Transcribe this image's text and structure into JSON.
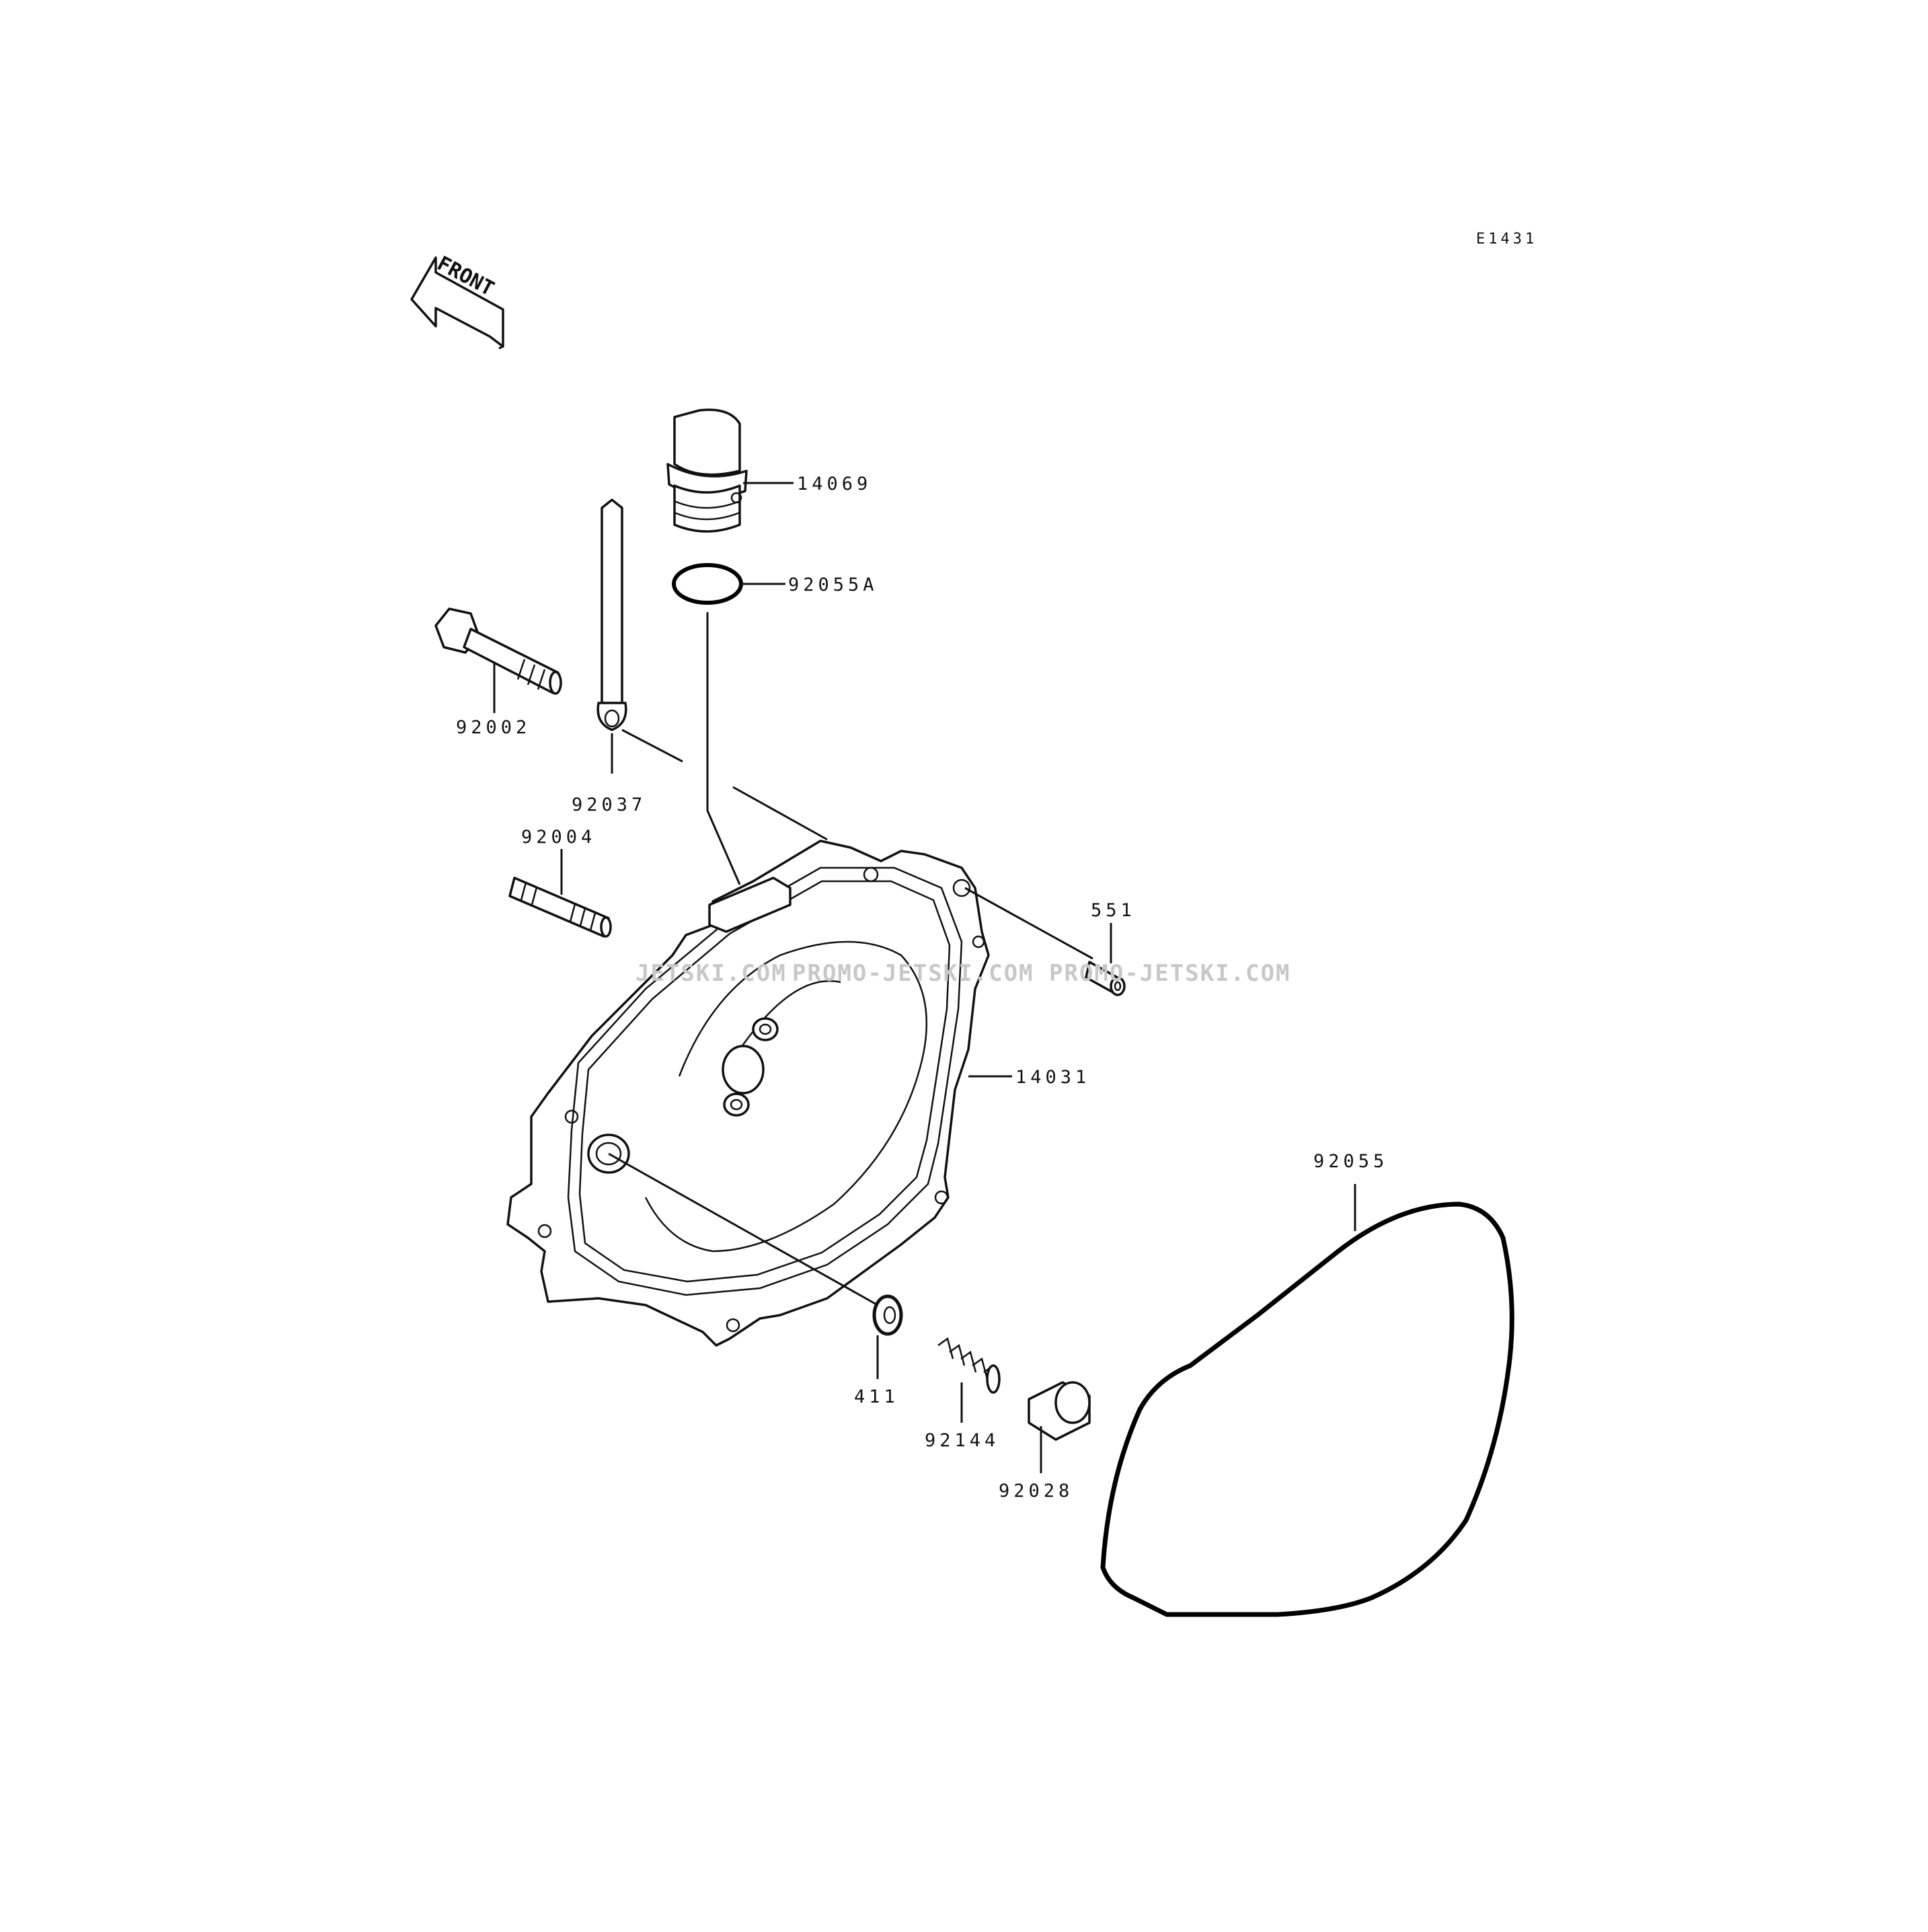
{
  "diagram": {
    "code": "E1431",
    "front_label": "FRONT",
    "watermarks": [
      "JETSKI.COM",
      "PROMO-JETSKI.COM",
      "PROMO-JETSKI.COM"
    ],
    "parts": {
      "p14069": "14069",
      "p92055A": "92055A",
      "p92002": "92002",
      "p92037": "92037",
      "p92004": "92004",
      "p551": "551",
      "p14031": "14031",
      "p92055": "92055",
      "p411": "411",
      "p92144": "92144",
      "p92028": "92028"
    }
  }
}
